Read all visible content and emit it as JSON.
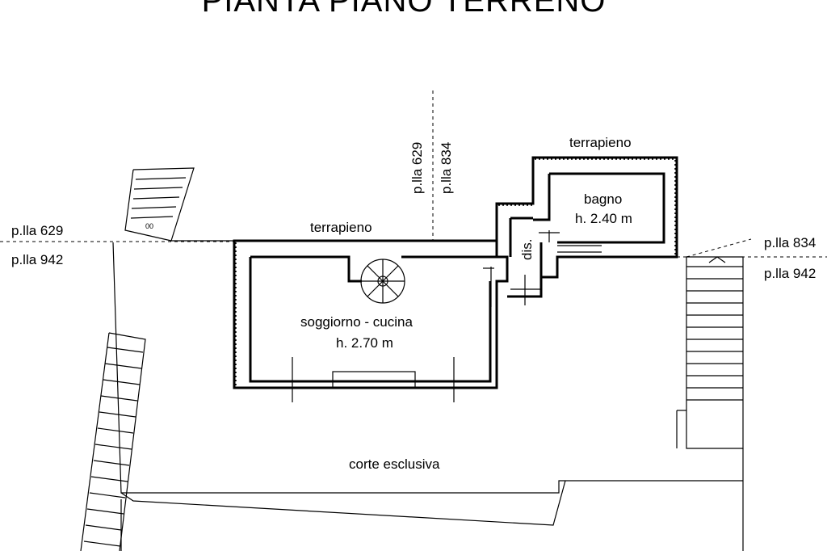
{
  "title": "PIANTA PIANO TERRENO",
  "labels": {
    "plla_629_left": "p.lla 629",
    "plla_942_left": "p.lla 942",
    "plla_629_vert": "p.lla 629",
    "plla_834_vert": "p.lla 834",
    "plla_834_right": "p.lla 834",
    "plla_942_right": "p.lla 942",
    "terrapieno_top": "terrapieno",
    "terrapieno_mid": "terrapieno",
    "bagno": "bagno",
    "bagno_height": "h. 2.40 m",
    "dis": "dis.",
    "soggiorno": "soggiorno - cucina",
    "soggiorno_height": "h. 2.70 m",
    "corte": "corte esclusiva"
  },
  "colors": {
    "ink": "#000000",
    "background": "#ffffff"
  }
}
